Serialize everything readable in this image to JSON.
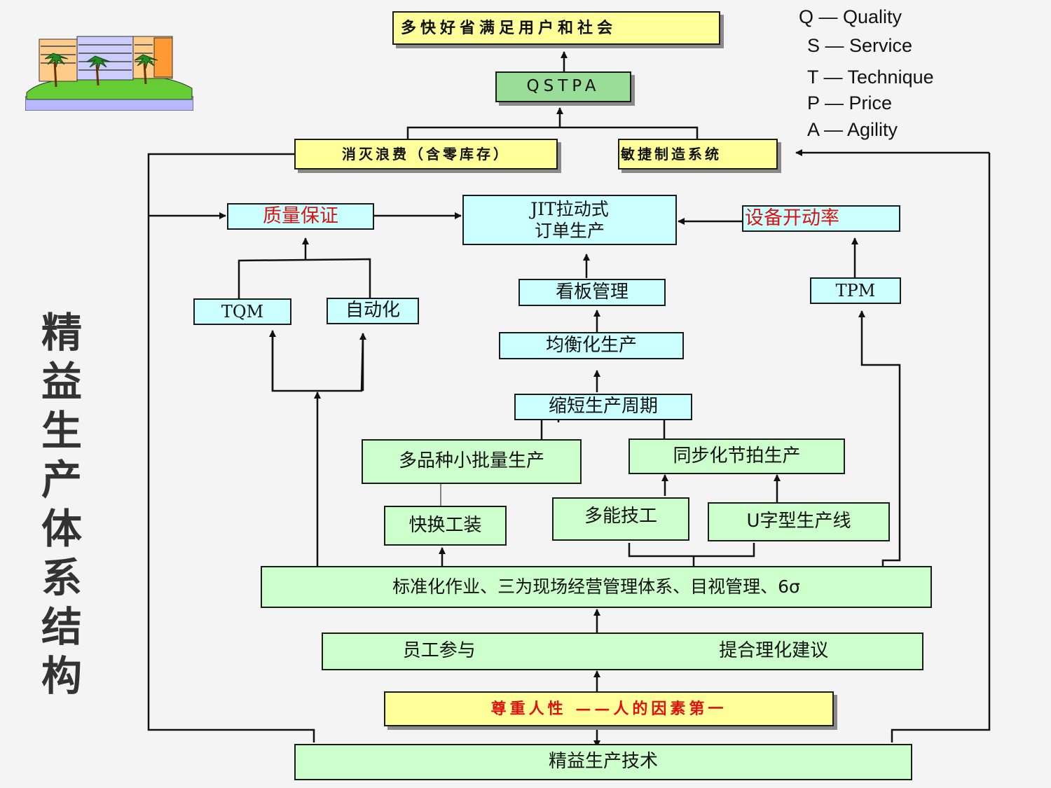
{
  "title_vertical": "精益生产体系结构",
  "legend": [
    "Q — Quality",
    "S — Service",
    "T — Technique",
    "P — Price",
    "A — Agility"
  ],
  "nodes": {
    "top_goal": "多快好省满足用户和社会",
    "qstpa": "QSTPA",
    "eliminate_waste": "消灭浪费（含零库存）",
    "agile_manufacturing": "敏捷制造系统",
    "quality_assurance": "质量保证",
    "jit_production": "JIT拉动式\n订单生产",
    "equipment_rate": "设备开动率",
    "tqm": "TQM",
    "automation": "自动化",
    "kanban": "看板管理",
    "tpm": "TPM",
    "level_production": "均衡化生产",
    "cycle_reduction": "缩短生产周期",
    "multi_variety": "多品种小批量生产",
    "synchronized": "同步化节拍生产",
    "quick_changeover": "快换工装",
    "multi_skill": "多能技工",
    "u_line": "U字型生产线",
    "standardization": "标准化作业、三为现场经营管理体系、目视管理、6σ",
    "employee_participation": "员工参与",
    "rational_suggestion": "提合理化建议",
    "respect_humanity": "尊重人性 ——人的因素第一",
    "lean_technology": "精益生产技术"
  }
}
